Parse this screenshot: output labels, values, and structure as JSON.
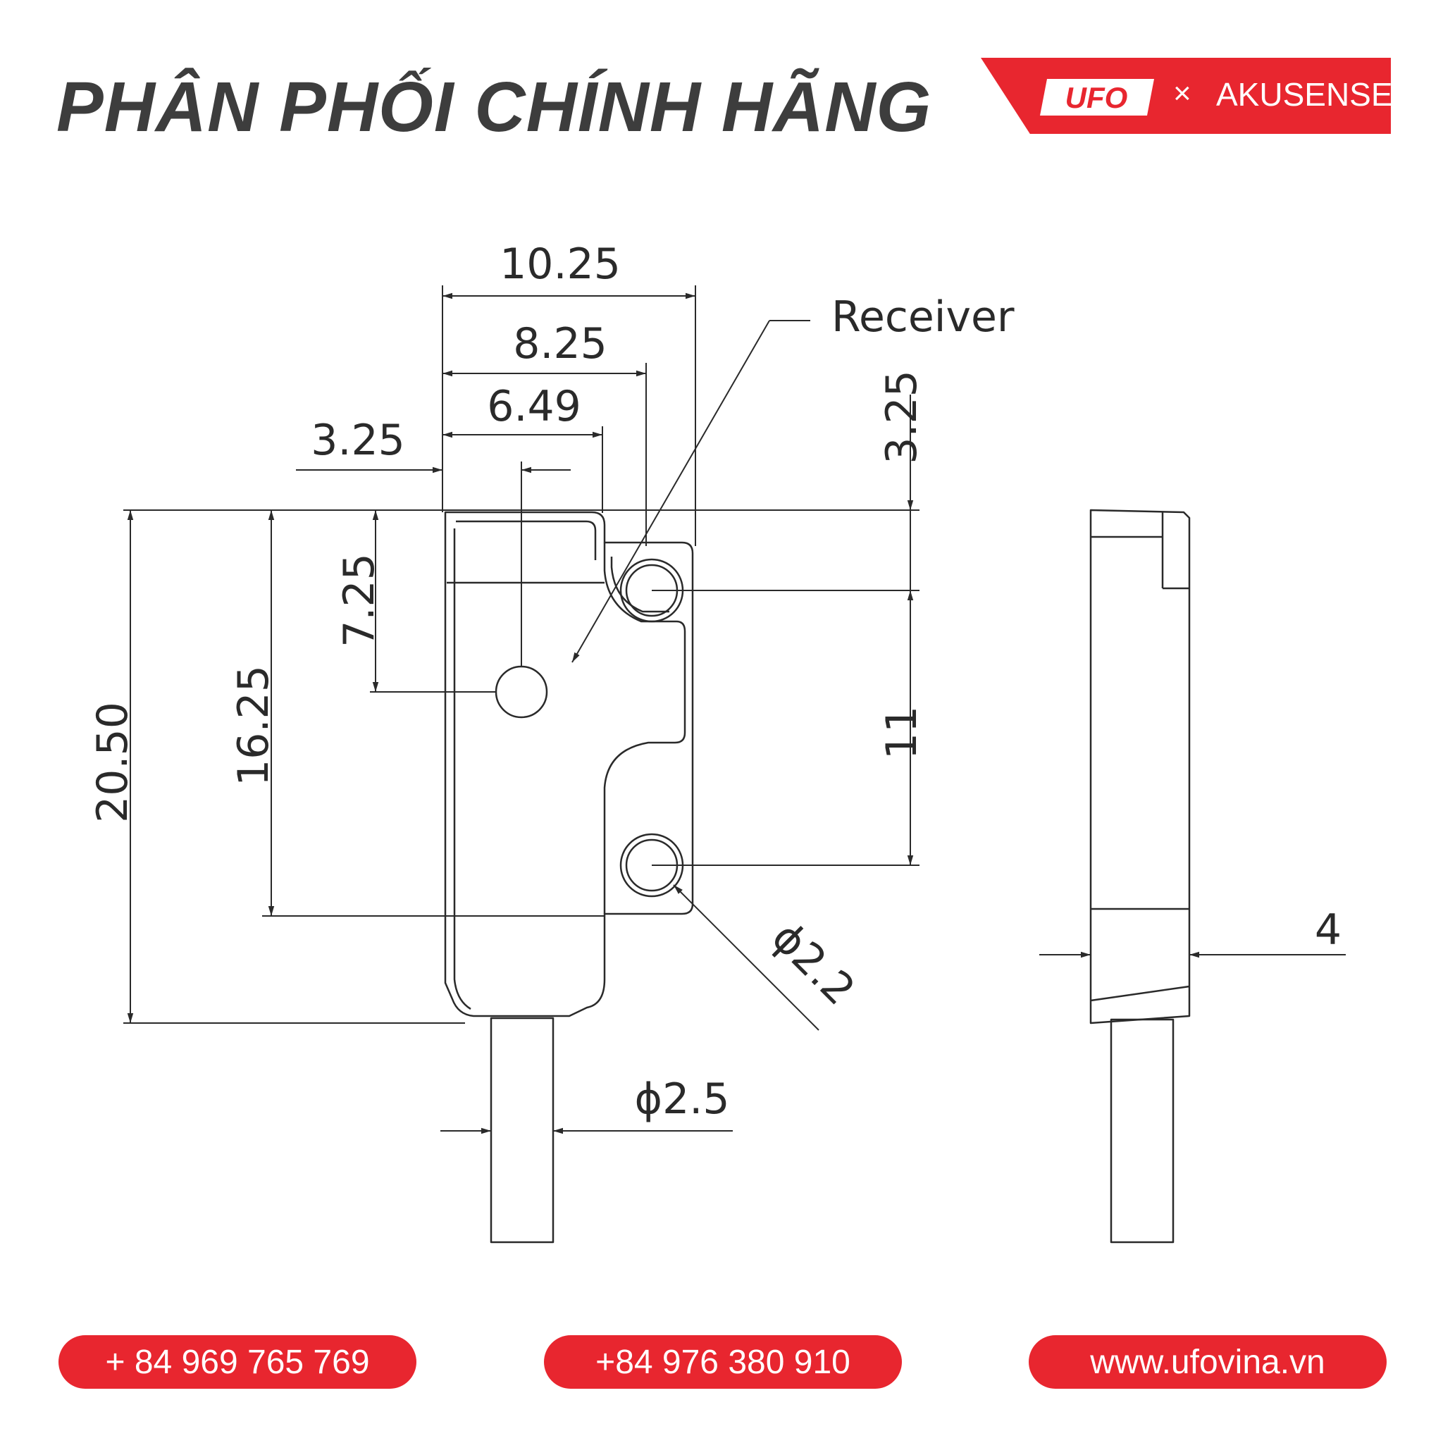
{
  "header": {
    "headline": "PHÂN PHỐI CHÍNH HÃNG",
    "brand_logo_text": "UFO",
    "brand_separator": "×",
    "brand_partner": "AKUSENSE"
  },
  "drawing": {
    "dim_width_total": "10.25",
    "dim_width_8": "8.25",
    "dim_width_6": "6.49",
    "dim_offset_left": "3.25",
    "dim_top_right": "3.25",
    "dim_height_7": "7.25",
    "dim_height_16": "16.25",
    "dim_height_total": "20.50",
    "dim_hole_spacing": "11",
    "dim_hole_dia": "ϕ2.2",
    "dim_cable_dia": "ϕ2.5",
    "dim_thickness": "4",
    "label_receiver": "Receiver"
  },
  "contacts": {
    "phone_1": "+ 84 969 765 769",
    "phone_2": "+84 976 380 910",
    "website": "www.ufovina.vn"
  },
  "colors": {
    "accent_red": "#e8262f",
    "headline_gray": "#3d3d3d",
    "line": "#2a2a2a"
  }
}
